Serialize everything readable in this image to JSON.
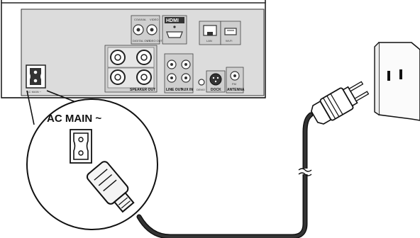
{
  "device": {
    "ports": {
      "coaxial": "COAXIAL",
      "digital_out": "DIGITAL OUT",
      "video": "VIDEO",
      "video_out": "VIDEO OUT",
      "hdmi": "HDMI",
      "lan": "LAN",
      "wifi": "Wi-Fi",
      "speaker_out": "SPEAKER OUT",
      "line_out": "LINE OUT",
      "aux_in": "AUX IN",
      "demo": "DEMO",
      "dock": "DOCK",
      "fm": "FM",
      "antenna": "ANTENNA",
      "ac_main_small": "AC MAIN ~"
    }
  },
  "callout": {
    "label": "AC MAIN ~"
  },
  "colors": {
    "panel": "#dcdcdc",
    "cable": "#1a1a1a",
    "arrow": "#2b8fd1"
  }
}
